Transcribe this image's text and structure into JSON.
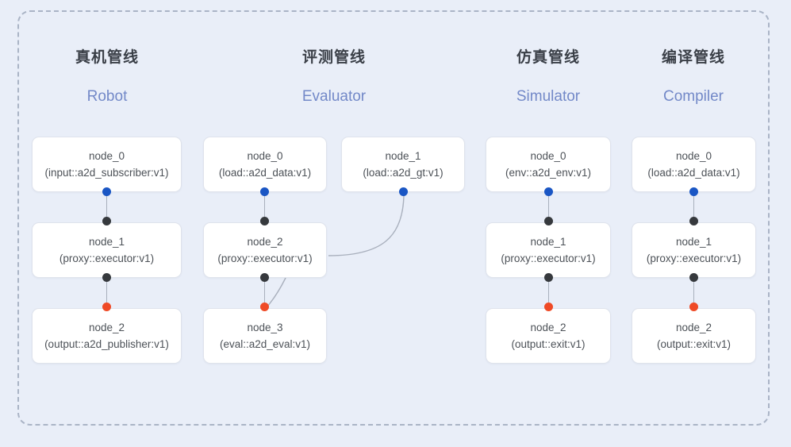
{
  "diagram": {
    "background_color": "#e9eef8",
    "frame_border_color": "#aab4c6",
    "port_colors": {
      "input": "#1a56c4",
      "intermediate": "#36393d",
      "output": "#ef4a26"
    },
    "columns": [
      {
        "key": "robot",
        "title_cn": "真机管线",
        "title_en": "Robot",
        "nodes": [
          {
            "id": "node_0",
            "type": "(input::a2d_subscriber:v1)"
          },
          {
            "id": "node_1",
            "type": "(proxy::executor:v1)"
          },
          {
            "id": "node_2",
            "type": "(output::a2d_publisher:v1)"
          }
        ]
      },
      {
        "key": "evaluator",
        "title_cn": "评测管线",
        "title_en": "Evaluator",
        "nodes": [
          {
            "id": "node_0",
            "type": "(load::a2d_data:v1)"
          },
          {
            "id": "node_1",
            "type": "(load::a2d_gt:v1)"
          },
          {
            "id": "node_2",
            "type": "(proxy::executor:v1)"
          },
          {
            "id": "node_3",
            "type": "(eval::a2d_eval:v1)"
          }
        ]
      },
      {
        "key": "simulator",
        "title_cn": "仿真管线",
        "title_en": "Simulator",
        "nodes": [
          {
            "id": "node_0",
            "type": "(env::a2d_env:v1)"
          },
          {
            "id": "node_1",
            "type": "(proxy::executor:v1)"
          },
          {
            "id": "node_2",
            "type": "(output::exit:v1)"
          }
        ]
      },
      {
        "key": "compiler",
        "title_cn": "编译管线",
        "title_en": "Compiler",
        "nodes": [
          {
            "id": "node_0",
            "type": "(load::a2d_data:v1)"
          },
          {
            "id": "node_1",
            "type": "(proxy::executor:v1)"
          },
          {
            "id": "node_2",
            "type": "(output::exit:v1)"
          }
        ]
      }
    ]
  }
}
